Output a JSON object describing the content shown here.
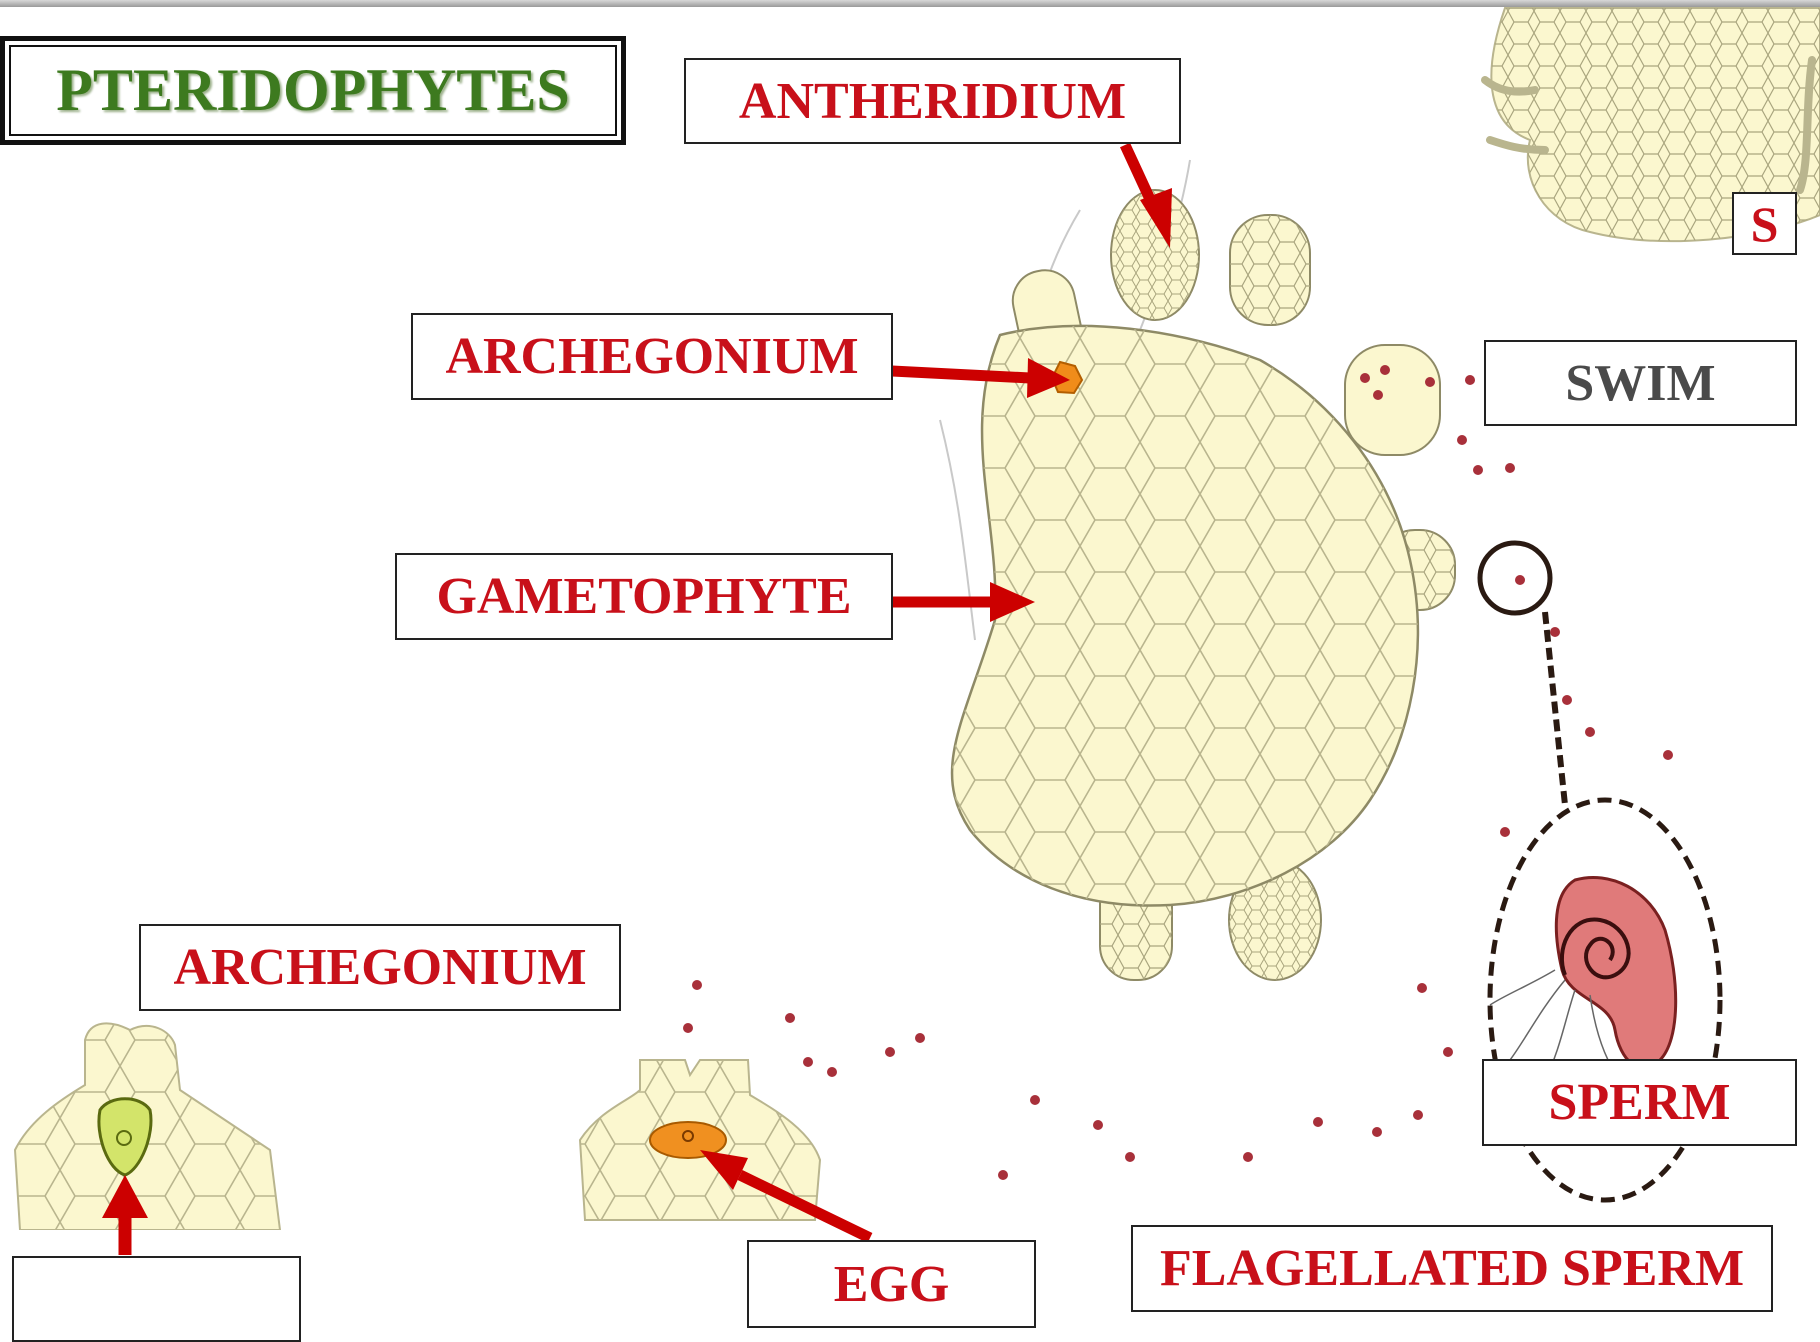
{
  "title": "PTERIDOPHYTES",
  "labels": {
    "antheridium": "ANTHERIDIUM",
    "archegonium_top": "ARCHEGONIUM",
    "gametophyte": "GAMETOPHYTE",
    "swim": "SWIM",
    "s": "S",
    "archegonium_bottom": "ARCHEGONIUM",
    "egg": "EGG",
    "sperm": "SPERM",
    "flagellated_sperm": "FLAGELLATED SPERM",
    "blank": ""
  },
  "colors": {
    "title_green": "#3d7a1f",
    "label_red": "#c8101a",
    "swim_gray": "#4a4a4a",
    "arrow_red": "#cc0000",
    "tissue": "#fbf7cf",
    "cell_line": "#b9b58e",
    "egg_orange": "#f09020",
    "sperm_pink": "#e07a7a"
  }
}
